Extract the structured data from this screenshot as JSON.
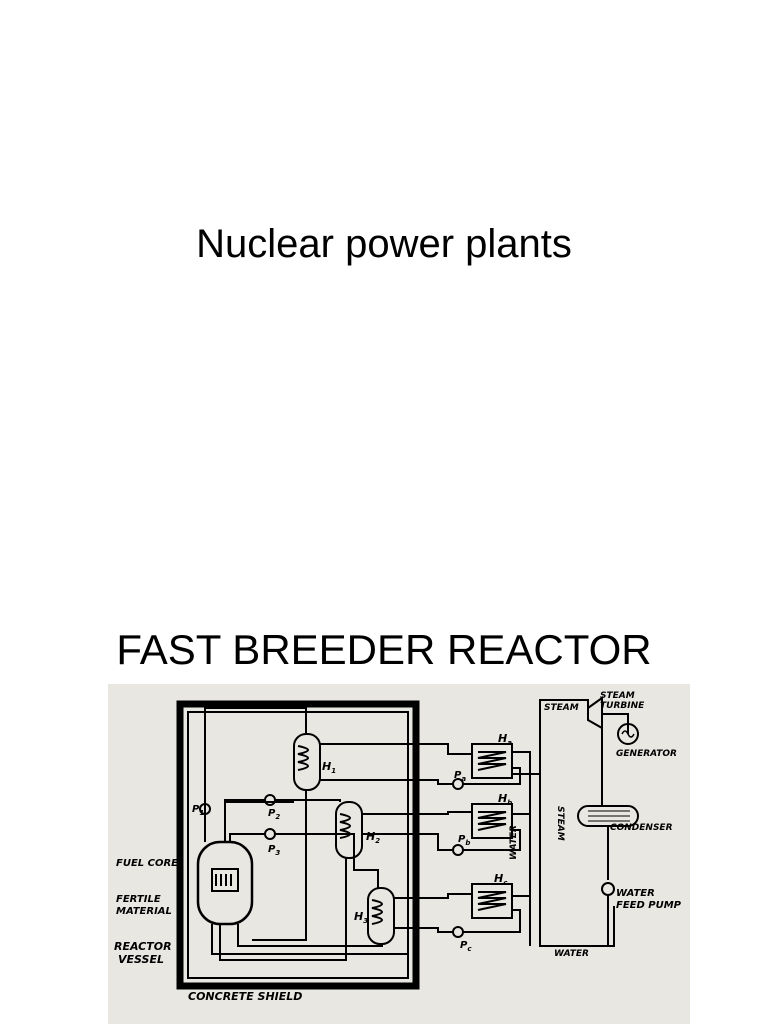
{
  "slide1": {
    "title": "Nuclear power plants"
  },
  "slide2": {
    "title": "FAST BREEDER REACTOR"
  },
  "diagram": {
    "labels": {
      "fuel_core": "FUEL CORE",
      "fertile_material_1": "FERTILE",
      "fertile_material_2": "MATERIAL",
      "reactor_vessel_1": "REACTOR",
      "reactor_vessel_2": "VESSEL",
      "concrete_shield": "CONCRETE SHIELD",
      "steam_top": "STEAM",
      "steam_turbine_1": "STEAM",
      "steam_turbine_2": "TURBINE",
      "generator": "GENERATOR",
      "condenser": "CONDENSER",
      "water_feed_pump_1": "WATER",
      "water_feed_pump_2": "FEED PUMP",
      "steam_vertical": "STEAM",
      "water_vertical": "WATER",
      "water_bottom": "WATER",
      "h1": "H",
      "h1_sub": "1",
      "h2": "H",
      "h2_sub": "2",
      "h3": "H",
      "h3_sub": "3",
      "ha": "H",
      "ha_sub": "a",
      "hb": "H",
      "hb_sub": "b",
      "hc": "H",
      "hc_sub": "c",
      "p1": "P",
      "p1_sub": "1",
      "p2": "P",
      "p2_sub": "2",
      "p3": "P",
      "p3_sub": "3",
      "pa": "P",
      "pa_sub": "a",
      "pb": "P",
      "pb_sub": "b",
      "pc": "P",
      "pc_sub": "c"
    }
  }
}
